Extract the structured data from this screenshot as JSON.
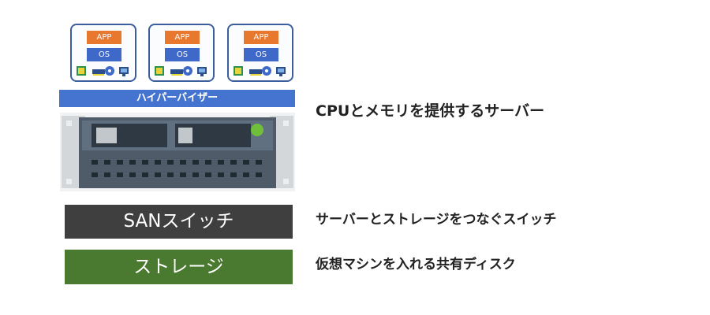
{
  "vms": [
    {
      "app": "APP",
      "os": "OS"
    },
    {
      "app": "APP",
      "os": "OS"
    },
    {
      "app": "APP",
      "os": "OS"
    }
  ],
  "hypervisor": {
    "label": "ハイパーバイザー"
  },
  "san_switch": {
    "label": "SANスイッチ"
  },
  "storage": {
    "label": "ストレージ"
  },
  "descriptions": {
    "server": "CPUとメモリを提供するサーバー",
    "san": "サーバーとストレージをつなぐスイッチ",
    "storage": "仮想マシンを入れる共有ディスク"
  },
  "colors": {
    "app": "#e9782f",
    "os": "#3f69c8",
    "hypervisor": "#4574d0",
    "san_switch": "#3f3f3f",
    "storage": "#4a7a2f",
    "vm_border": "#3c5e9c"
  }
}
